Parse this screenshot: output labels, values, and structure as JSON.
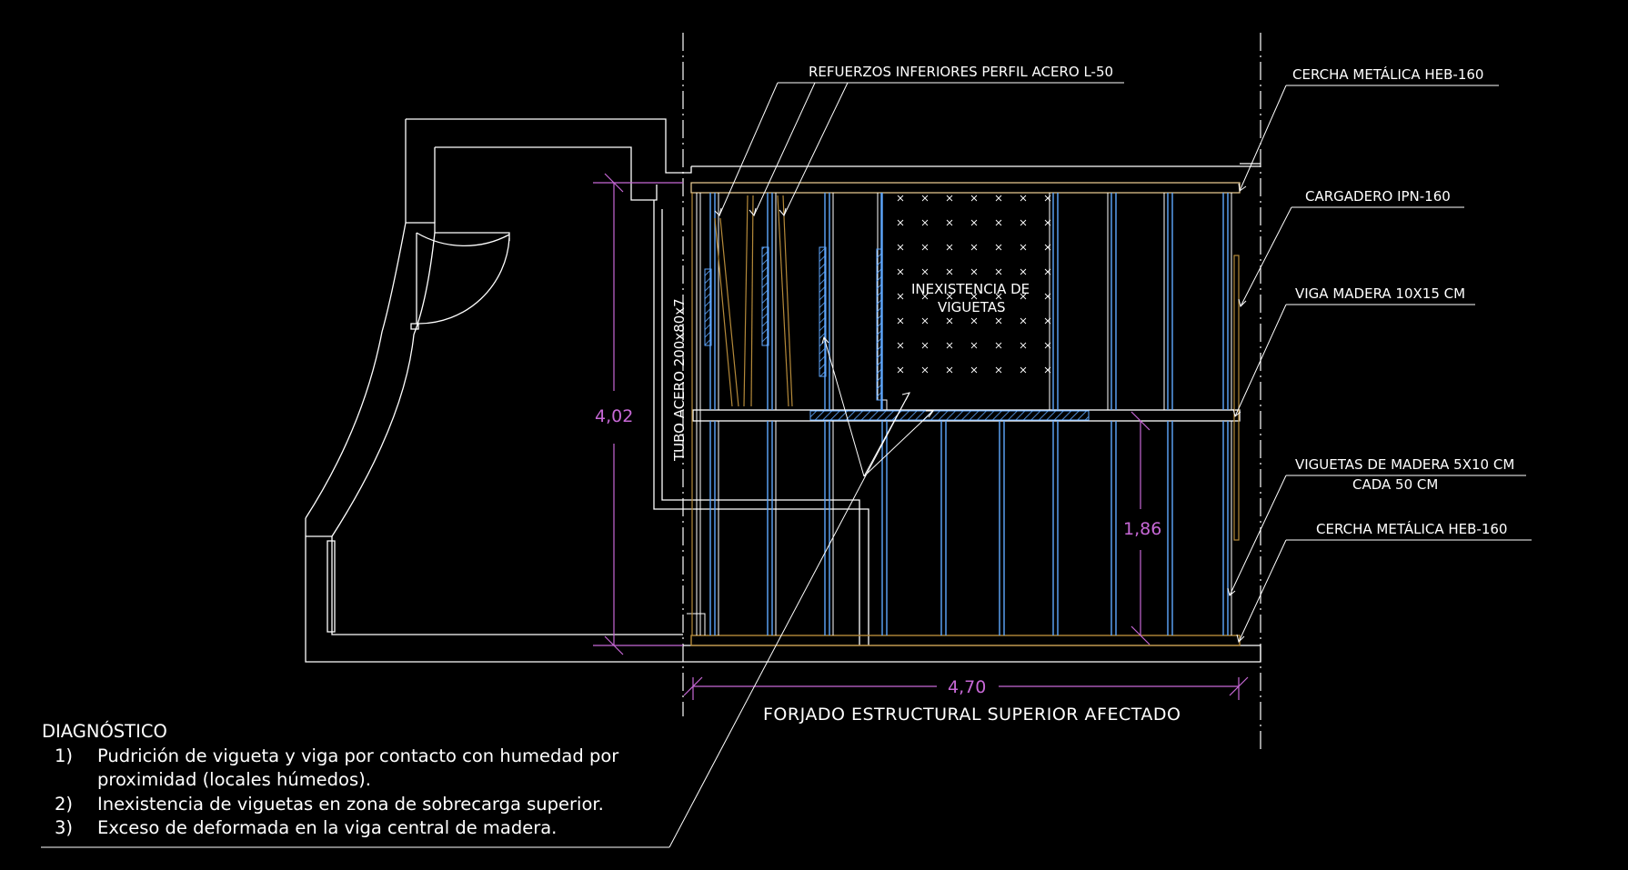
{
  "labels": {
    "refuerzos": "REFUERZOS INFERIORES PERFIL ACERO L-50",
    "cercha_top": "CERCHA METÁLICA HEB-160",
    "cargadero": "CARGADERO IPN-160",
    "viga_madera": "VIGA MADERA 10X15 CM",
    "viguetas_line1": "VIGUETAS DE MADERA 5X10 CM",
    "viguetas_line2": "CADA 50 CM",
    "cercha_bottom": "CERCHA METÁLICA HEB-160",
    "inexistencia_line1": "INEXISTENCIA DE",
    "inexistencia_line2": "VIGUETAS",
    "tubo": "TUBO ACERO 200x80x7"
  },
  "dimensions": {
    "height_total": "4,02",
    "height_lower": "1,86",
    "width_total": "4,70"
  },
  "title": "FORJADO ESTRUCTURAL SUPERIOR AFECTADO",
  "diagnosis": {
    "heading": "DIAGNÓSTICO",
    "items": [
      {
        "num": "1)",
        "text": "Pudrición de vigueta y viga por contacto con humedad por proximidad (locales húmedos)."
      },
      {
        "num": "2)",
        "text": "Inexistencia de viguetas en zona de sobrecarga superior."
      },
      {
        "num": "3)",
        "text": "Exceso de deformada en la viga central de madera."
      }
    ]
  },
  "colors": {
    "background": "#000000",
    "lines": "#ffffff",
    "dimension": "#c768d6",
    "joists": "#5fa8ff",
    "timber": "#b58a3a"
  }
}
